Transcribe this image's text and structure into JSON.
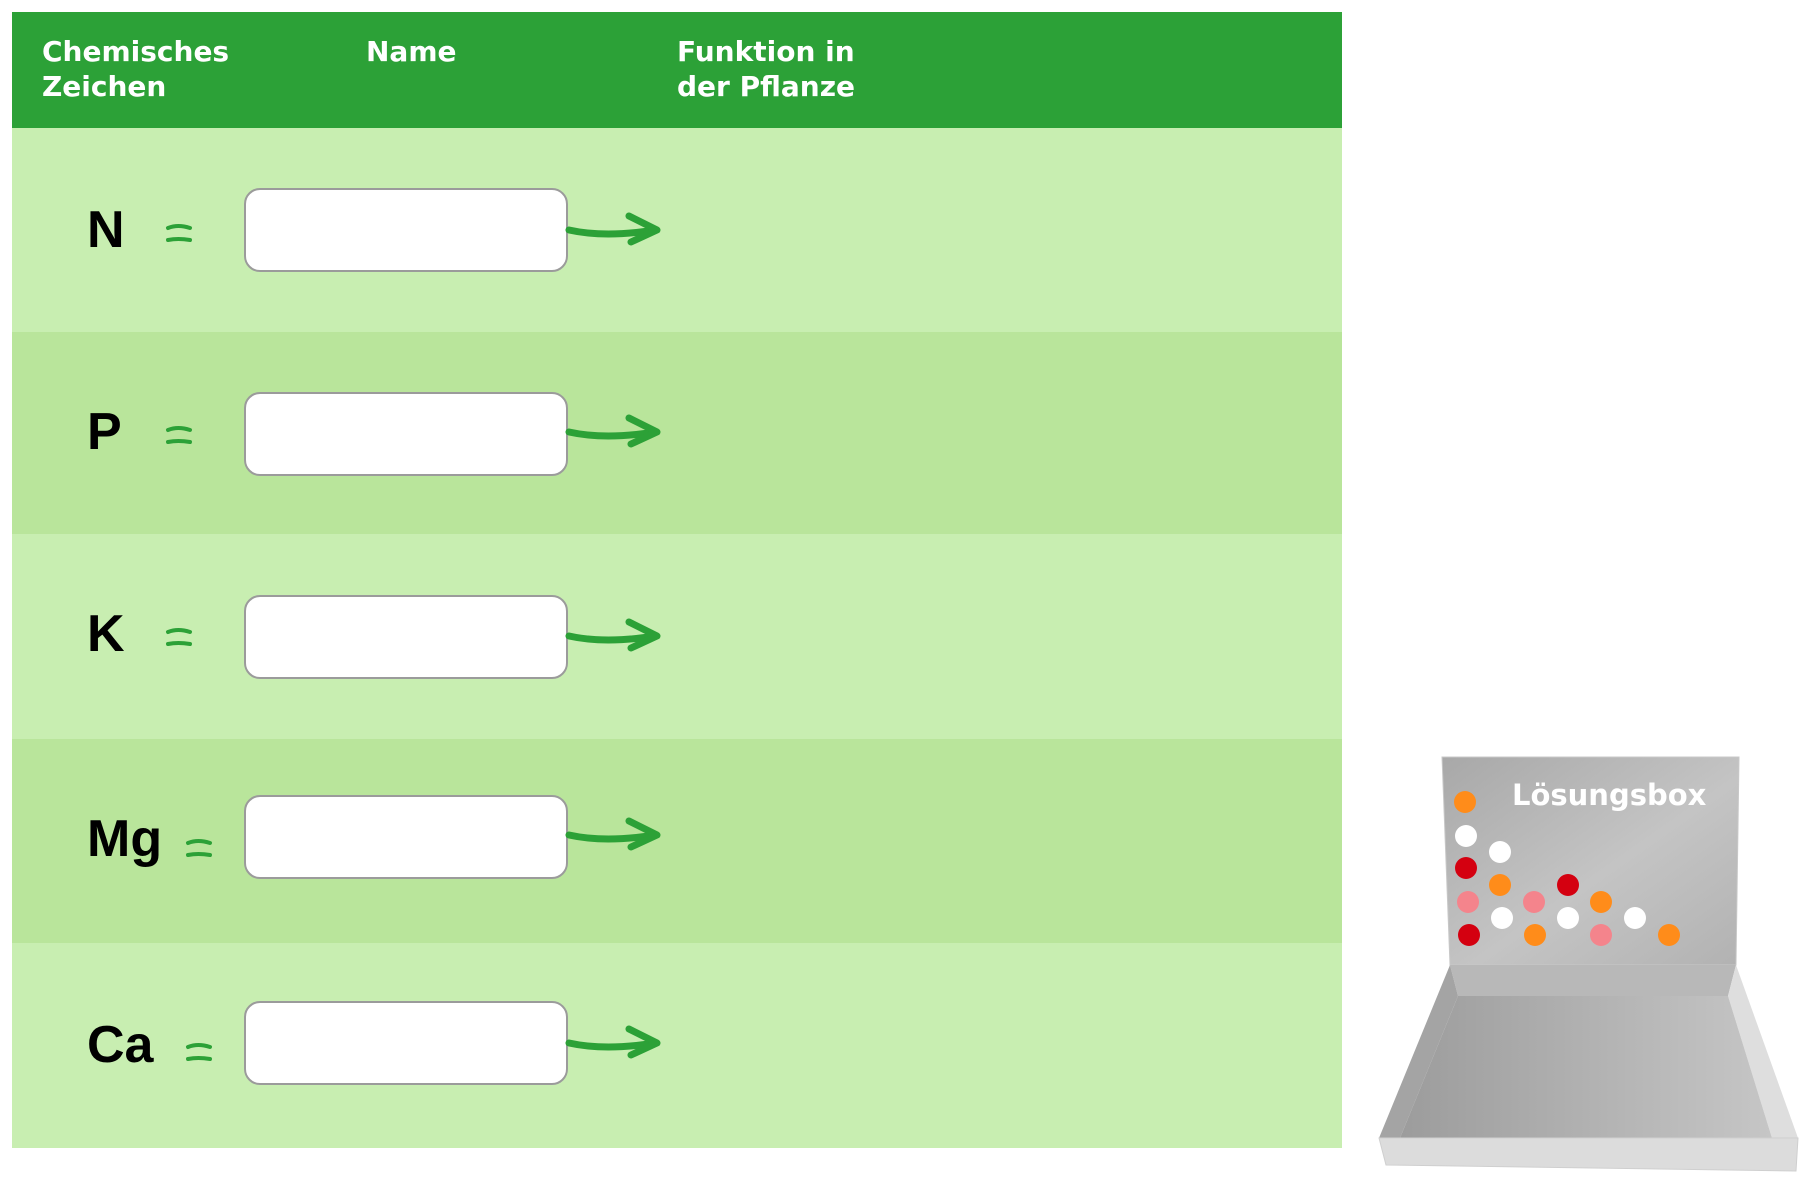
{
  "header": {
    "col_symbol": "Chemisches\nZeichen",
    "col_name": "Name",
    "col_function": "Funktion in\nder Pflanze"
  },
  "rows": [
    {
      "symbol": "N",
      "equals": "=",
      "name_value": ""
    },
    {
      "symbol": "P",
      "equals": "=",
      "name_value": ""
    },
    {
      "symbol": "K",
      "equals": "=",
      "name_value": ""
    },
    {
      "symbol": "Mg",
      "equals": "=",
      "name_value": ""
    },
    {
      "symbol": "Ca",
      "equals": "=",
      "name_value": ""
    }
  ],
  "solution_box": {
    "label": "Lösungsbox"
  },
  "colors": {
    "header_green": "#2ca137",
    "row_light": "#c8eeb1",
    "row_dark": "#b9e59b",
    "accent_green": "#2ca137",
    "dot_orange": "#ff8c1a",
    "dot_white": "#ffffff",
    "dot_red": "#d40010",
    "dot_pink": "#f4848c"
  },
  "icons": {
    "equals": "equals-sign-icon",
    "arrow": "arrow-right-icon",
    "box": "solution-box-icon"
  }
}
